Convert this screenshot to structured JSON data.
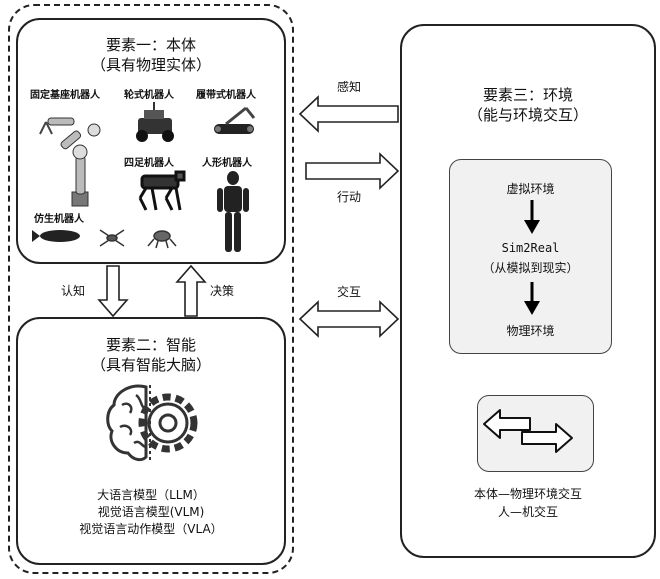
{
  "element1": {
    "title": "要素一：本体",
    "subtitle": "（具有物理实体）",
    "robots": {
      "fixed": "固定基座机器人",
      "wheeled": "轮式机器人",
      "tracked": "履带式机器人",
      "quadruped": "四足机器人",
      "humanoid": "人形机器人",
      "bionic": "仿生机器人"
    }
  },
  "element2": {
    "title": "要素二：智能",
    "subtitle": "（具有智能大脑）",
    "models": [
      "大语言模型（LLM）",
      "视觉语言模型(VLM)",
      "视觉语言动作模型（VLA）"
    ]
  },
  "element3": {
    "title": "要素三：环境",
    "subtitle": "（能与环境交互）",
    "virtual": "虚拟环境",
    "sim2real": "Sim2Real",
    "sim2real_sub": "（从模拟到现实）",
    "physical": "物理环境",
    "interaction_lines": [
      "本体—物理环境交互",
      "人—机交互"
    ]
  },
  "arrows": {
    "perceive": "感知",
    "act": "行动",
    "interact": "交互",
    "cognize": "认知",
    "decide": "决策"
  }
}
